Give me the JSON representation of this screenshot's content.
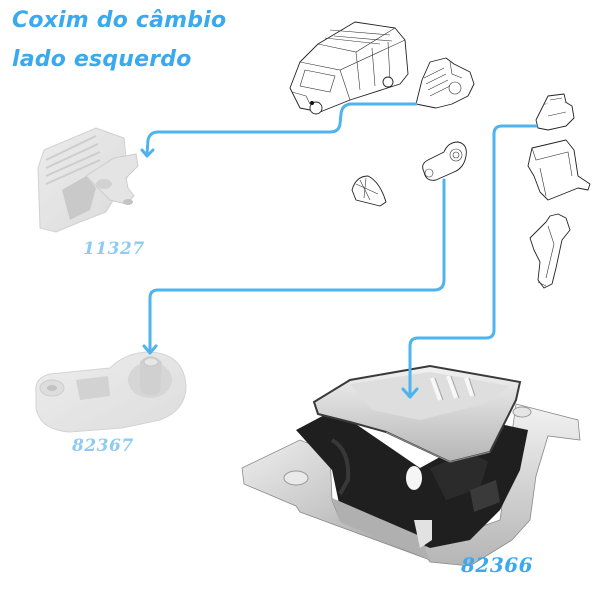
{
  "title": {
    "line1": "Coxim do câmbio",
    "line2": "lado esquerdo"
  },
  "colors": {
    "accent": "#3aa9ee",
    "accent_faded": "#8ecbf3",
    "connector": "#4fb4ee",
    "connector_faded": "#8fcdf2",
    "aluminum": "#c9c9c9",
    "rubber": "#1e1e1e"
  },
  "vehicle": {
    "icon": "van-icon",
    "label": "Vehicle line drawing"
  },
  "diagram_parts": [
    {
      "id": "upper-mount",
      "icon": "engine-mount-drawing"
    },
    {
      "id": "torque-rod",
      "icon": "torque-rod-drawing"
    },
    {
      "id": "wedge-mount",
      "icon": "wedge-mount-drawing"
    },
    {
      "id": "gearbox-mount",
      "icon": "gearbox-mount-drawing"
    },
    {
      "id": "bracket-frame",
      "icon": "bracket-frame-drawing"
    },
    {
      "id": "bracket-arm",
      "icon": "bracket-arm-drawing"
    }
  ],
  "products": [
    {
      "part_number": "11327",
      "icon": "engine-mount-photo",
      "highlighted": false
    },
    {
      "part_number": "82367",
      "icon": "torque-rod-photo",
      "highlighted": false
    },
    {
      "part_number": "82366",
      "icon": "gearbox-mount-photo",
      "highlighted": true
    }
  ]
}
